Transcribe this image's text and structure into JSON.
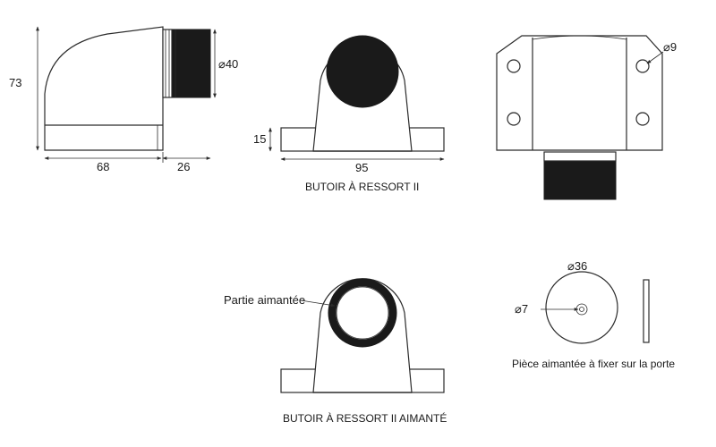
{
  "dimensions": {
    "height_total": "73",
    "base_length": "68",
    "bumper_length": "26",
    "bumper_diameter": "⌀40",
    "base_height": "15",
    "base_width": "95",
    "hole_diameter": "⌀9",
    "plate_diameter": "⌀36",
    "center_hole_diameter": "⌀7"
  },
  "labels": {
    "model_spring": "BUTOIR À RESSORT II",
    "model_magnetic": "BUTOIR À RESSORT II AIMANTÉ",
    "magnetic_part": "Partie aimantée",
    "door_plate": "Pièce aimantée à fixer sur la porte"
  },
  "colors": {
    "line": "#2b2b2b",
    "rubber": "#1a1a1a",
    "background": "#ffffff"
  }
}
